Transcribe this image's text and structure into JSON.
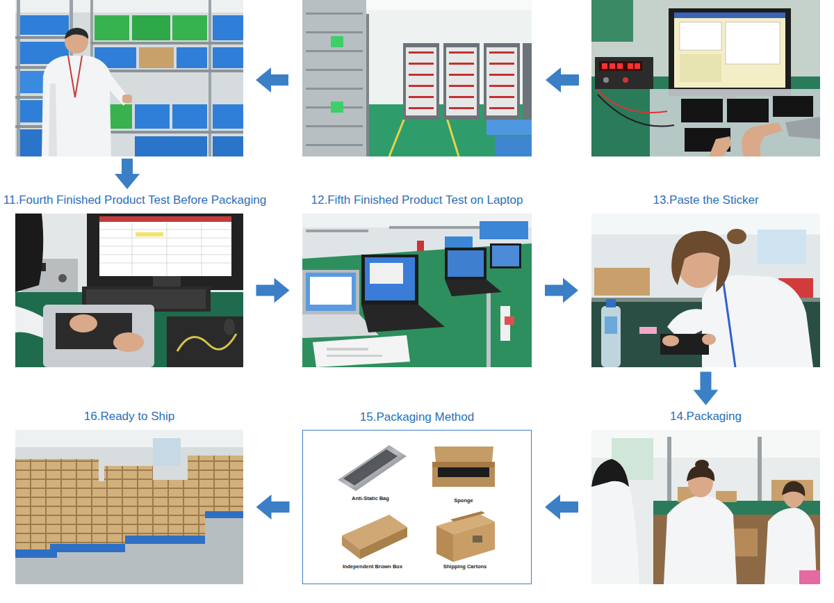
{
  "diagram": {
    "nodes": [
      {
        "text": [
          "11.Fourth Finished Product Test Before Packaging"
        ]
      },
      {
        "text": [
          "12.Fifth Finished Product Test on Laptop"
        ]
      },
      {
        "text": [
          "13.Paste the Sticker"
        ]
      },
      {
        "text": [
          "16.Ready to Ship"
        ]
      },
      {
        "text": [
          "15.Packaging Method"
        ]
      },
      {
        "text": [
          "14.Packaging"
        ]
      }
    ],
    "edges": [
      {
        "from": 0,
        "to": 1,
        "arrow": "to"
      },
      {
        "from": 1,
        "to": 2,
        "arrow": "to"
      },
      {
        "from": 2,
        "to": 5,
        "arrow": "to"
      },
      {
        "from": 5,
        "to": 4,
        "arrow": "to"
      },
      {
        "from": 4,
        "to": 3,
        "arrow": "to"
      }
    ],
    "labels": [
      "Anti-Static Bag",
      "Sponge",
      "Independent Brown Box",
      "Shipping Cartons"
    ]
  }
}
